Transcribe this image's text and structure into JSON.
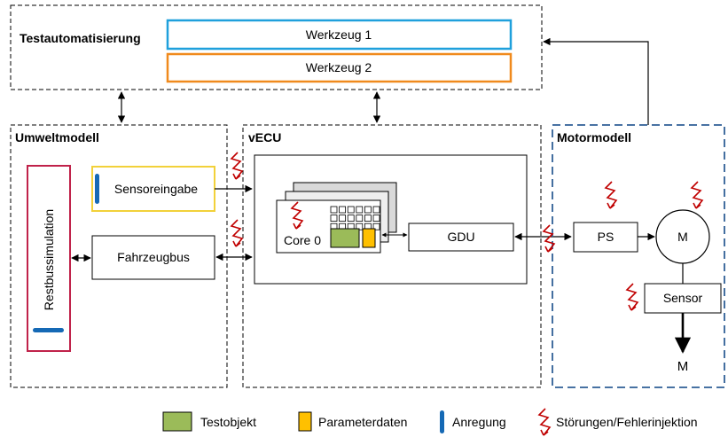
{
  "colors": {
    "tool1_border": "#1fa0dc",
    "tool2_border": "#f08a1d",
    "sensor_border": "#f2d13a",
    "restbus_border": "#c0224a",
    "excitation_bar": "#1569b5",
    "motor_border": "#2f5f96",
    "test_object": "#9bbb59",
    "parameter": "#ffc000",
    "fault_icon": "#c00000"
  },
  "testautomation": {
    "title": "Testautomatisierung",
    "tool1": "Werkzeug 1",
    "tool2": "Werkzeug 2"
  },
  "environment": {
    "title": "Umweltmodell",
    "sensor_input": "Sensoreingabe",
    "vehicle_bus": "Fahrzeugbus",
    "restbus": "Restbussimulation"
  },
  "vecu": {
    "title": "vECU",
    "core": "Core 0",
    "gdu": "GDU"
  },
  "motor": {
    "title": "Motormodell",
    "ps": "PS",
    "m_circle": "M",
    "sensor": "Sensor",
    "m_output": "M"
  },
  "legend": {
    "test_object": "Testobjekt",
    "parameter_data": "Parameterdaten",
    "excitation": "Anregung",
    "faults": "Störungen/Fehlerinjektion"
  }
}
